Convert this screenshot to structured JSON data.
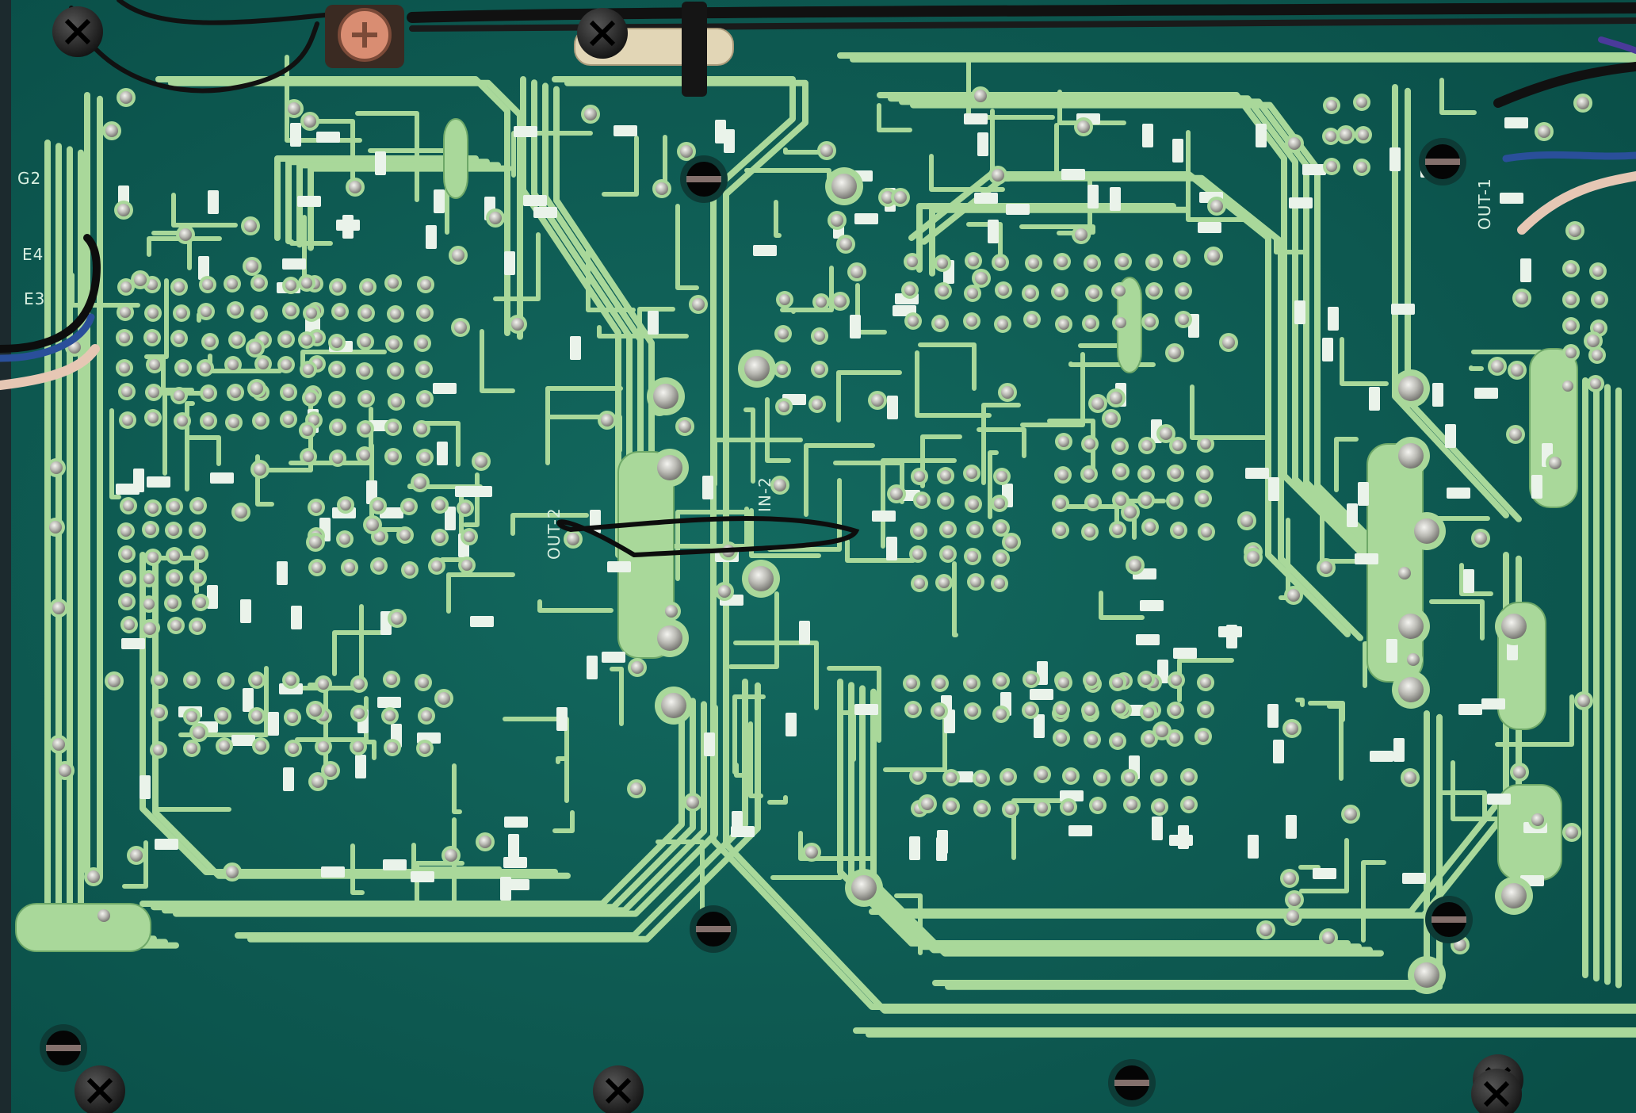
{
  "silkscreen": {
    "g2": "G2",
    "e4": "E4",
    "e3": "E3",
    "out2": "OUT-2",
    "in2": "IN-2",
    "out1": "OUT-1"
  },
  "colors": {
    "substrate": "#0c5a52",
    "trace": "#a9d89a",
    "trace_edge": "#6ea868",
    "solder": "#c9c9c4",
    "pad_white": "#eaf3ea",
    "wire": "#111111",
    "screw": "#222222"
  },
  "icons": {
    "screw": "screw-icon",
    "solder_joint": "solder-joint-icon",
    "mounting_hole": "mounting-hole-icon"
  }
}
